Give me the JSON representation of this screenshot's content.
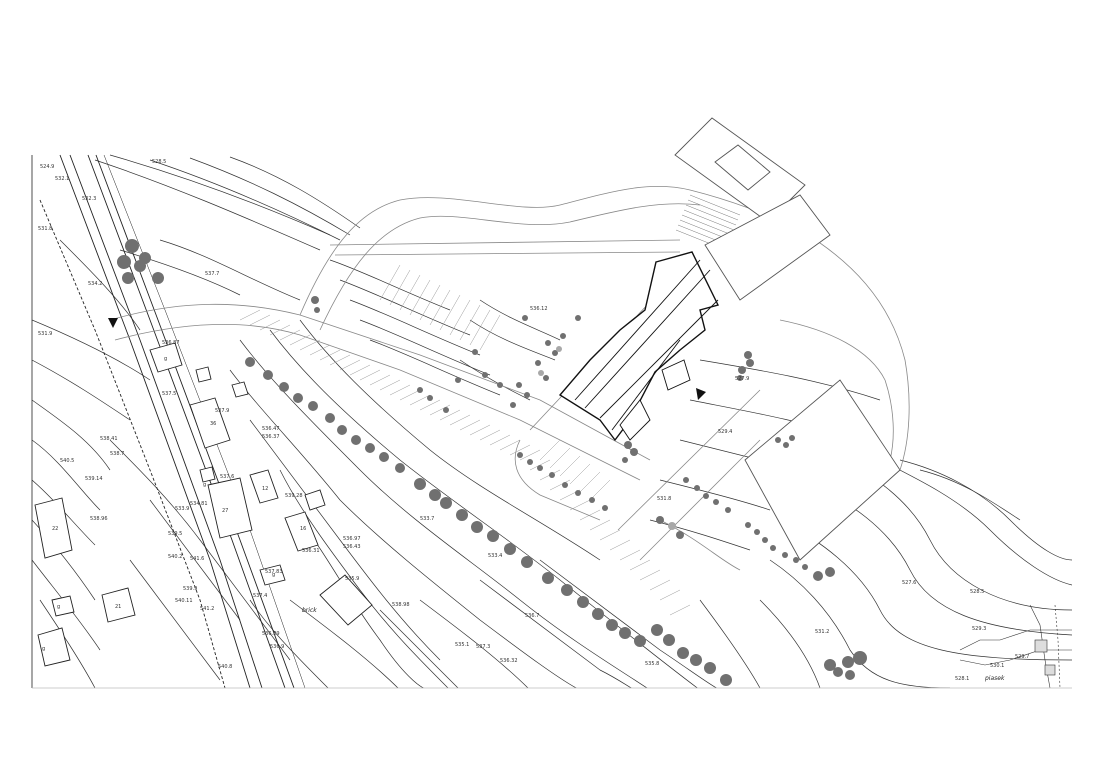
{
  "plan": {
    "north_marker": "triangle",
    "colors": {
      "paper": "#ffffff",
      "line": "#222222",
      "light_line": "#999999",
      "tree": "#707070",
      "tree_light": "#a8a8a8"
    }
  },
  "spot_heights": [
    "528.5",
    "524.9",
    "532.1",
    "532.3",
    "531.8",
    "534.2",
    "537.7",
    "531.9",
    "536.87",
    "537.5",
    "537.9",
    "536.47",
    "536.37",
    "538.41",
    "534.81",
    "537.6",
    "533.9",
    "539.28",
    "539.14",
    "538.96",
    "536.31",
    "536.97",
    "536.43",
    "535.9",
    "538.98",
    "537.4",
    "533.7",
    "533.4",
    "536.7",
    "535.8",
    "536.12",
    "527.9",
    "529.4",
    "531.8",
    "531.2",
    "529.3",
    "529.7",
    "528.5",
    "527.6",
    "536.32",
    "537.3",
    "535.1",
    "530.1",
    "539.9",
    "540.11",
    "541.2",
    "537.83",
    "536.89",
    "536.9",
    "538.7",
    "540.5",
    "528.1",
    "540.8",
    "541.6",
    "539.5",
    "540.2"
  ],
  "place_labels": [
    "brick",
    "piasek"
  ],
  "building_labels": [
    "g",
    "g",
    "g",
    "g",
    "g",
    "22",
    "27",
    "21",
    "36",
    "12",
    "16"
  ]
}
